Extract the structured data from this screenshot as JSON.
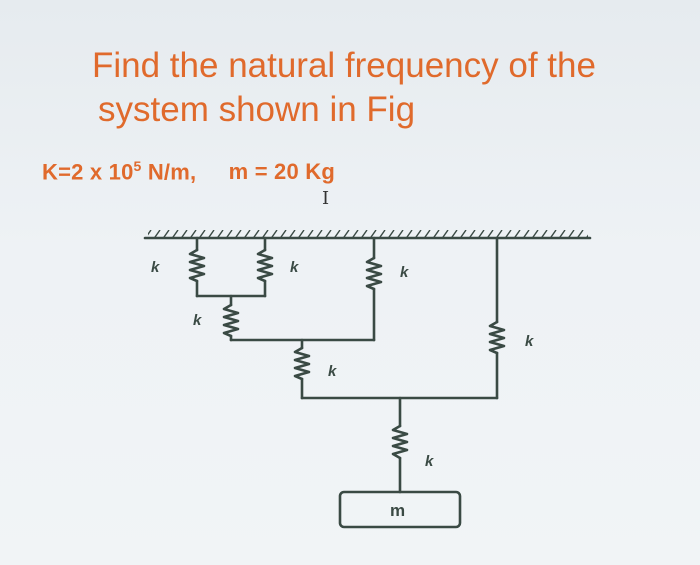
{
  "question": {
    "line1": "Find the natural frequency of the",
    "line2": "system shown in Fig"
  },
  "given": {
    "k_text": "K=2 x 10",
    "k_exp": "5",
    "k_unit": " N/m,",
    "m_text": "m = 20 Kg"
  },
  "cursor_glyph": "I",
  "diagram": {
    "spring_labels": [
      "k",
      "k",
      "k",
      "k",
      "k",
      "k",
      "k"
    ],
    "mass_label": "m"
  },
  "colors": {
    "accent": "#e06a2c",
    "ink": "#3a4a44"
  }
}
